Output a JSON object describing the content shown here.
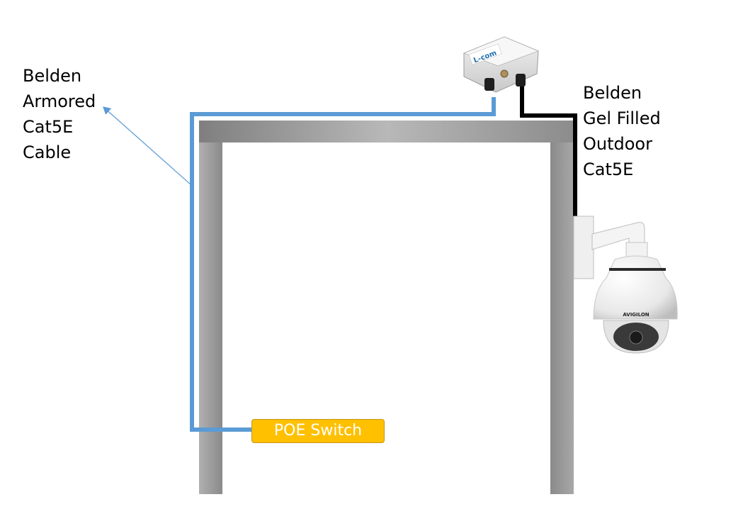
{
  "labels": {
    "armored_cable": [
      "Belden",
      "Armored",
      "Cat5E",
      "Cable"
    ],
    "gel_cable": [
      "Belden",
      "Gel Filled",
      "Outdoor",
      "Cat5E"
    ],
    "poe_switch": "POE Switch"
  },
  "device_text": {
    "junction_box_brand": "L-com",
    "camera_brand": "AVIGILON"
  },
  "colors": {
    "armored_cable": "#5B9BD5",
    "gel_cable": "#000000",
    "poe_switch_fill": "#FFC000",
    "frame": "#A6A6A6"
  }
}
